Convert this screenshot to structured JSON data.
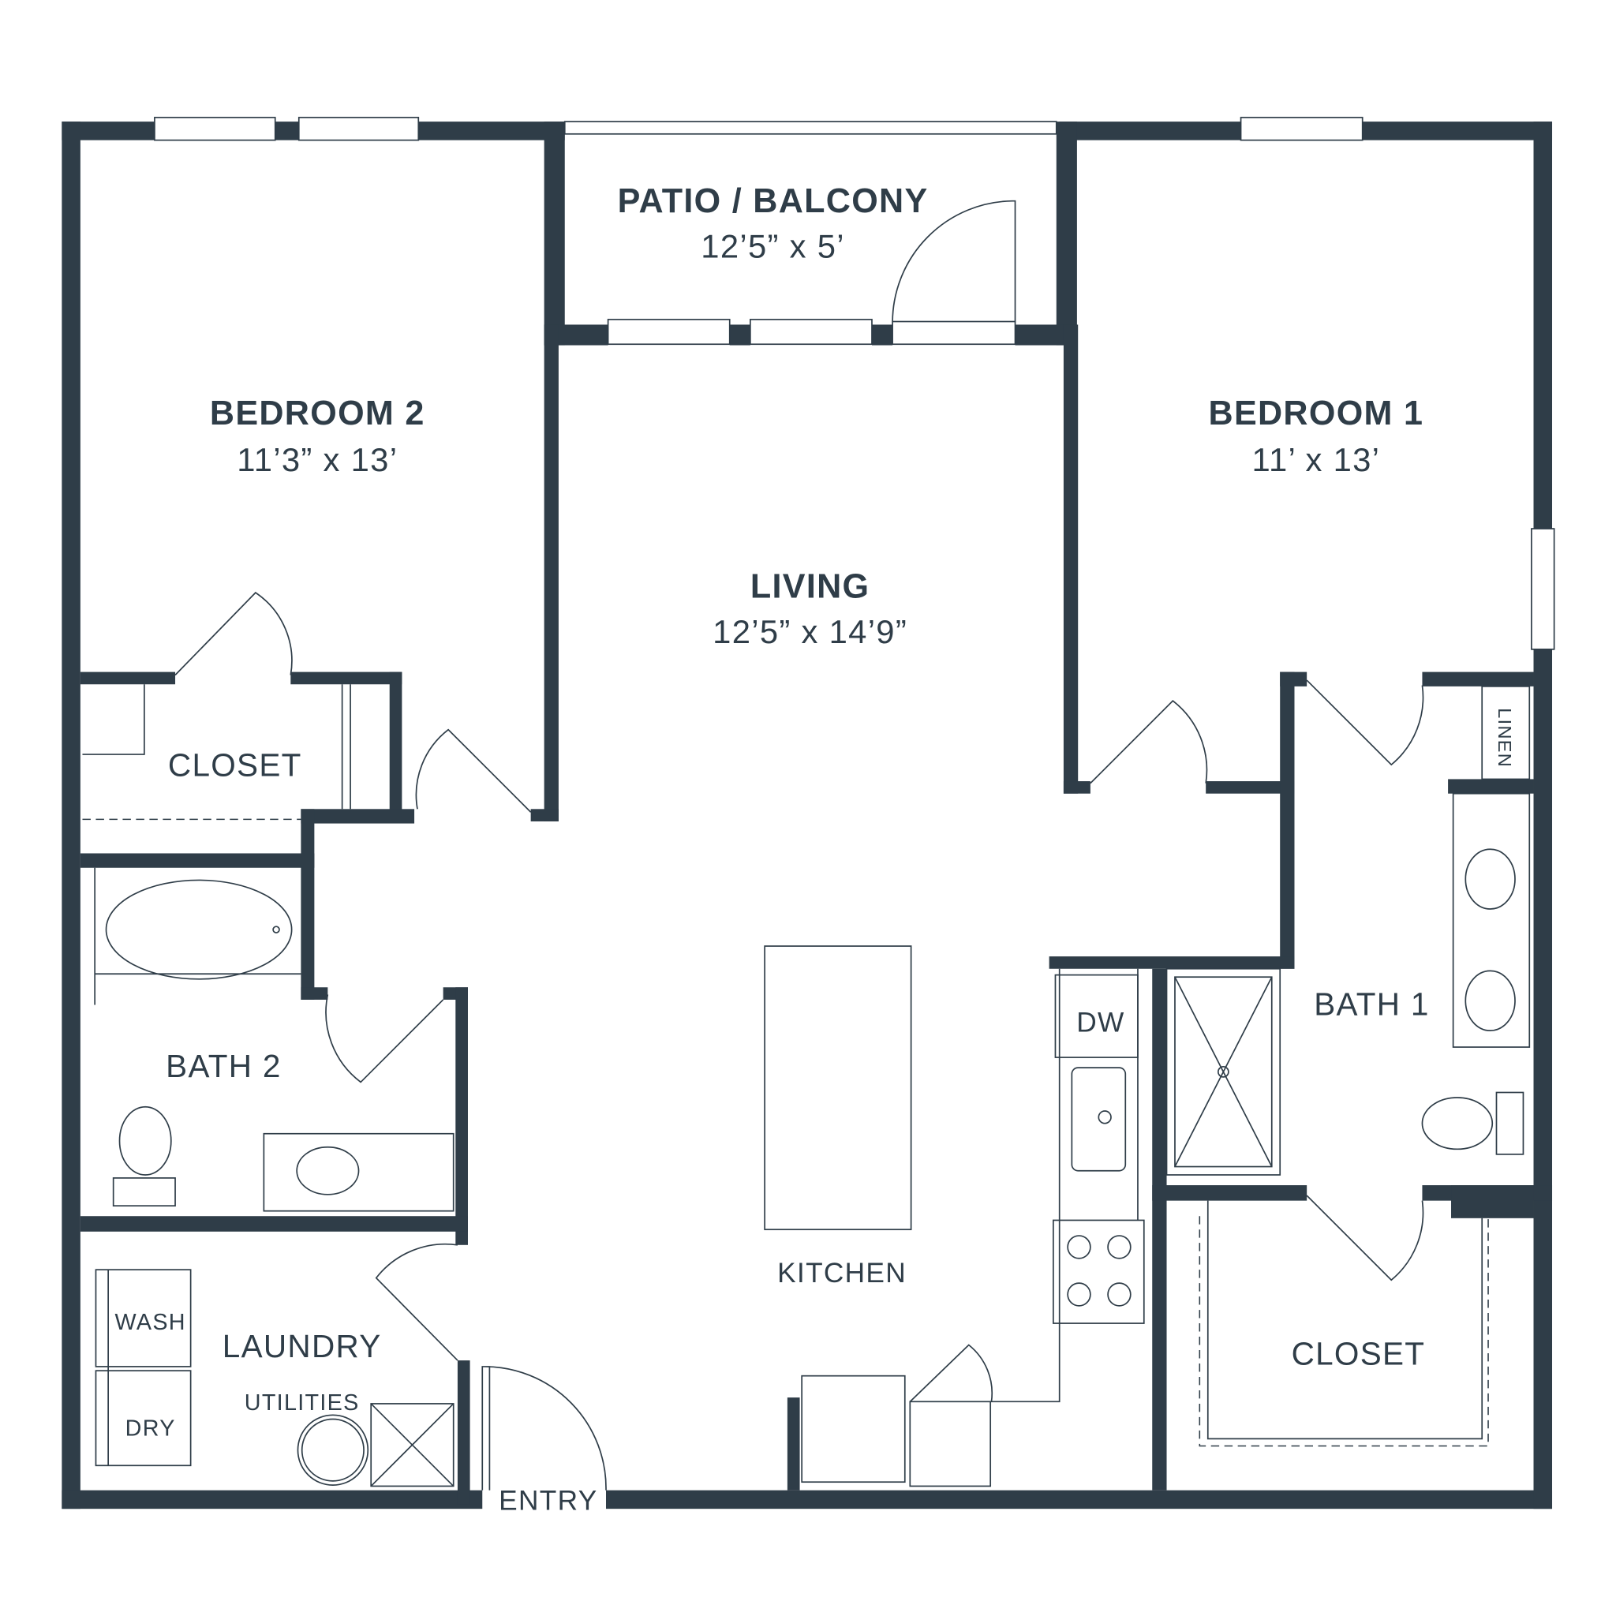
{
  "rooms": {
    "patio": {
      "name": "PATIO / BALCONY",
      "size": "12’5” x 5’"
    },
    "bedroom2": {
      "name": "BEDROOM 2",
      "size": "11’3” x 13’"
    },
    "living": {
      "name": "LIVING",
      "size": "12’5” x 14’9”"
    },
    "bedroom1": {
      "name": "BEDROOM 1",
      "size": "11’ x 13’"
    },
    "closet2": {
      "name": "CLOSET"
    },
    "bath2": {
      "name": "BATH 2"
    },
    "laundry": {
      "name": "LAUNDRY"
    },
    "utilities": {
      "name": "UTILITIES"
    },
    "kitchen": {
      "name": "KITCHEN"
    },
    "bath1": {
      "name": "BATH 1"
    },
    "closet1": {
      "name": "CLOSET"
    },
    "linen": {
      "name": "LINEN"
    },
    "entry": {
      "name": "ENTRY"
    }
  },
  "appliances": {
    "dishwasher": "DW",
    "washer": "WASH",
    "dryer": "DRY"
  },
  "colors": {
    "wall": "#2f3d48",
    "background": "#ffffff"
  }
}
